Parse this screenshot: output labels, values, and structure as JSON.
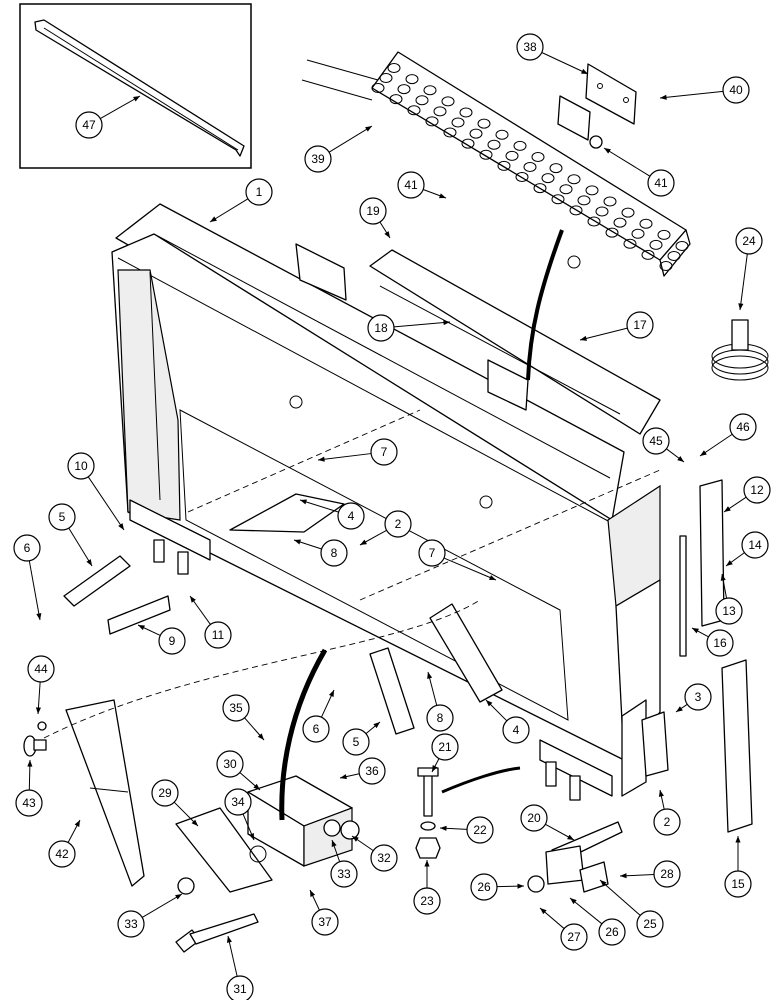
{
  "callouts": [
    {
      "id": "c1",
      "label": "1"
    },
    {
      "id": "c2a",
      "label": "2"
    },
    {
      "id": "c2b",
      "label": "2"
    },
    {
      "id": "c3",
      "label": "3"
    },
    {
      "id": "c4a",
      "label": "4"
    },
    {
      "id": "c4b",
      "label": "4"
    },
    {
      "id": "c5a",
      "label": "5"
    },
    {
      "id": "c5b",
      "label": "5"
    },
    {
      "id": "c6a",
      "label": "6"
    },
    {
      "id": "c6b",
      "label": "6"
    },
    {
      "id": "c7a",
      "label": "7"
    },
    {
      "id": "c7b",
      "label": "7"
    },
    {
      "id": "c8a",
      "label": "8"
    },
    {
      "id": "c8b",
      "label": "8"
    },
    {
      "id": "c9",
      "label": "9"
    },
    {
      "id": "c10",
      "label": "10"
    },
    {
      "id": "c11",
      "label": "11"
    },
    {
      "id": "c12",
      "label": "12"
    },
    {
      "id": "c13",
      "label": "13"
    },
    {
      "id": "c14",
      "label": "14"
    },
    {
      "id": "c15",
      "label": "15"
    },
    {
      "id": "c16",
      "label": "16"
    },
    {
      "id": "c17",
      "label": "17"
    },
    {
      "id": "c18",
      "label": "18"
    },
    {
      "id": "c19",
      "label": "19"
    },
    {
      "id": "c20",
      "label": "20"
    },
    {
      "id": "c21",
      "label": "21"
    },
    {
      "id": "c22",
      "label": "22"
    },
    {
      "id": "c23",
      "label": "23"
    },
    {
      "id": "c24",
      "label": "24"
    },
    {
      "id": "c25",
      "label": "25"
    },
    {
      "id": "c26a",
      "label": "26"
    },
    {
      "id": "c26b",
      "label": "26"
    },
    {
      "id": "c27",
      "label": "27"
    },
    {
      "id": "c28",
      "label": "28"
    },
    {
      "id": "c29",
      "label": "29"
    },
    {
      "id": "c30",
      "label": "30"
    },
    {
      "id": "c31",
      "label": "31"
    },
    {
      "id": "c32",
      "label": "32"
    },
    {
      "id": "c33a",
      "label": "33"
    },
    {
      "id": "c33b",
      "label": "33"
    },
    {
      "id": "c34",
      "label": "34"
    },
    {
      "id": "c35",
      "label": "35"
    },
    {
      "id": "c36",
      "label": "36"
    },
    {
      "id": "c37",
      "label": "37"
    },
    {
      "id": "c38",
      "label": "38"
    },
    {
      "id": "c39",
      "label": "39"
    },
    {
      "id": "c40",
      "label": "40"
    },
    {
      "id": "c41a",
      "label": "41"
    },
    {
      "id": "c41b",
      "label": "41"
    },
    {
      "id": "c42",
      "label": "42"
    },
    {
      "id": "c43",
      "label": "43"
    },
    {
      "id": "c44",
      "label": "44"
    },
    {
      "id": "c45",
      "label": "45"
    },
    {
      "id": "c46",
      "label": "46"
    },
    {
      "id": "c47",
      "label": "47"
    }
  ]
}
